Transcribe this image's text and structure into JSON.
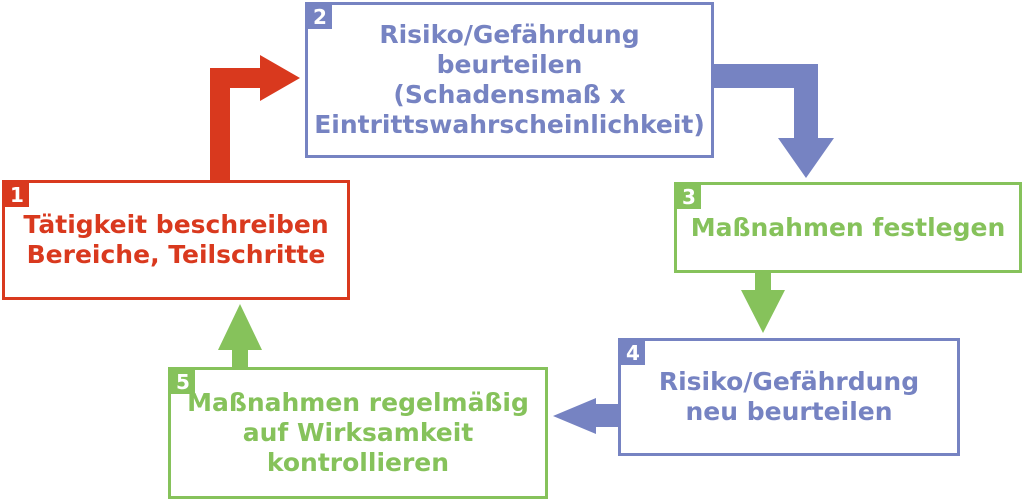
{
  "colors": {
    "red": "#d9391e",
    "blue": "#7683c2",
    "green": "#86c25b"
  },
  "steps": [
    {
      "number": "1",
      "lines": [
        "Tätigkeit beschreiben",
        "Bereiche, Teilschritte"
      ],
      "color": "red"
    },
    {
      "number": "2",
      "lines": [
        "Risiko/Gefährdung",
        "beurteilen",
        "(Schadensmaß x",
        "Eintrittswahrscheinlichkeit)"
      ],
      "color": "blue"
    },
    {
      "number": "3",
      "lines": [
        "Maßnahmen festlegen"
      ],
      "color": "green"
    },
    {
      "number": "4",
      "lines": [
        "Risiko/Gefährdung",
        "neu beurteilen"
      ],
      "color": "blue"
    },
    {
      "number": "5",
      "lines": [
        "Maßnahmen regelmäßig",
        "auf Wirksamkeit",
        "kontrollieren"
      ],
      "color": "green"
    }
  ],
  "connections": [
    {
      "from": "1",
      "to": "2",
      "color": "red"
    },
    {
      "from": "2",
      "to": "3",
      "color": "blue"
    },
    {
      "from": "3",
      "to": "4",
      "color": "green"
    },
    {
      "from": "4",
      "to": "5",
      "color": "blue"
    },
    {
      "from": "5",
      "to": "1",
      "color": "green"
    }
  ]
}
